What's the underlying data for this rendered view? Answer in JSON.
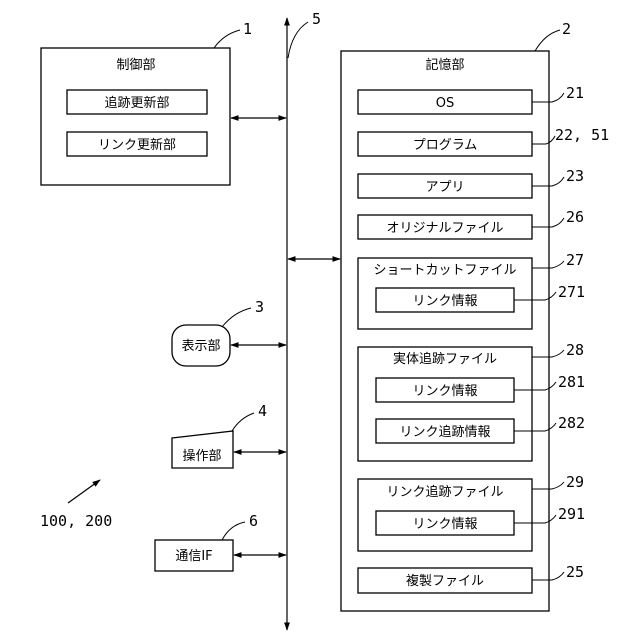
{
  "system_ref": "100, 200",
  "control_unit": {
    "title": "制御部",
    "ref": "1",
    "tracking_update": "追跡更新部",
    "link_update": "リンク更新部"
  },
  "bus": {
    "ref": "5"
  },
  "storage_unit": {
    "title": "記憶部",
    "ref": "2",
    "os": {
      "label": "OS",
      "ref": "21"
    },
    "program": {
      "label": "プログラム",
      "ref": "22, 51"
    },
    "app": {
      "label": "アプリ",
      "ref": "23"
    },
    "original_file": {
      "label": "オリジナルファイル",
      "ref": "26"
    },
    "shortcut_file": {
      "label": "ショートカットファイル",
      "ref": "27",
      "link_info": {
        "label": "リンク情報",
        "ref": "271"
      }
    },
    "entity_tracking_file": {
      "label": "実体追跡ファイル",
      "ref": "28",
      "link_info": {
        "label": "リンク情報",
        "ref": "281"
      },
      "link_tracking_info": {
        "label": "リンク追跡情報",
        "ref": "282"
      }
    },
    "link_tracking_file": {
      "label": "リンク追跡ファイル",
      "ref": "29",
      "link_info": {
        "label": "リンク情報",
        "ref": "291"
      }
    },
    "copy_file": {
      "label": "複製ファイル",
      "ref": "25"
    }
  },
  "display_unit": {
    "label": "表示部",
    "ref": "3"
  },
  "operation_unit": {
    "label": "操作部",
    "ref": "4"
  },
  "communication_if": {
    "label": "通信IF",
    "ref": "6"
  }
}
